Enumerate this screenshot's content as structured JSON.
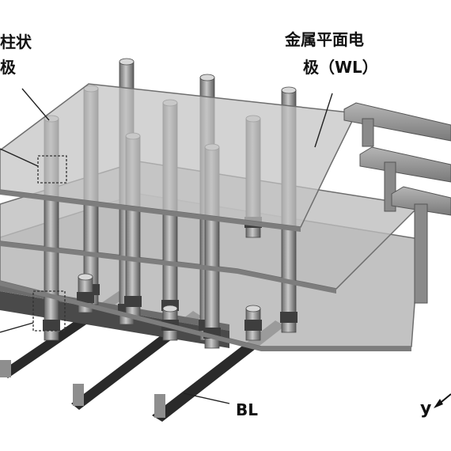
{
  "labels": {
    "pillar_line1": "柱状",
    "pillar_line2": "极",
    "plate_line1": "金属平面电",
    "plate_line2": "极（WL）",
    "bitline": "BL",
    "axis_y": "y"
  },
  "colors": {
    "plate_fill": "#a9a9a9",
    "plate_edge": "#6e6e6e",
    "pillar": "#9a9a9a",
    "pillar_dark": "#5e5e5e",
    "bitline": "#1f1f1f",
    "wordline_bar": "#4d4d4d",
    "stair": "#8c8c8c",
    "leader": "#333333"
  }
}
